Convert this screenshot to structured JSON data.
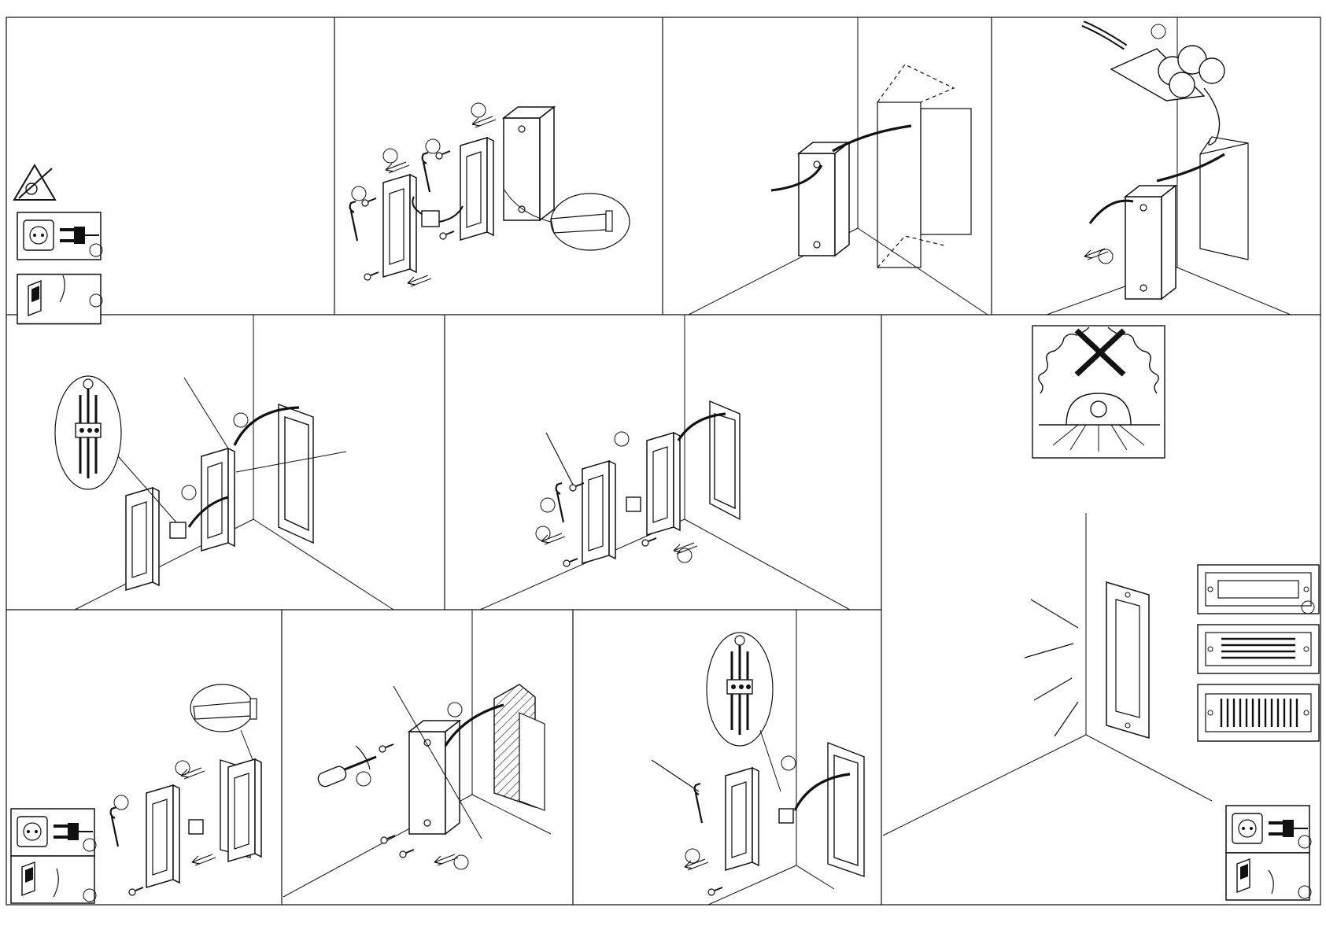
{
  "document": {
    "type": "installation-instructions-sheet",
    "panel_count": 12,
    "steps": [
      {
        "id": "step-1",
        "icons": [
          "no-chemicals-warning-icon",
          "unplug-power-icon",
          "switch-off-icon"
        ]
      },
      {
        "id": "step-2",
        "icons": [
          "exploded-fixture-icon",
          "screw-icon",
          "hex-key-icon",
          "detail-callout-icon"
        ]
      },
      {
        "id": "step-3",
        "icons": [
          "housing-with-cable-icon",
          "recess-box-icon"
        ]
      },
      {
        "id": "step-4",
        "icons": [
          "housing-with-cable-icon",
          "mortar-trowel-icon",
          "dust-cloud-icon"
        ]
      },
      {
        "id": "step-5",
        "icons": [
          "terminal-block-detail-icon",
          "housing-icon",
          "cover-frame-icon"
        ]
      },
      {
        "id": "step-6",
        "icons": [
          "screw-icon",
          "hex-key-icon",
          "cover-frame-icon"
        ]
      },
      {
        "id": "step-7",
        "icons": [
          "no-insulation-cover-warning-icon"
        ]
      },
      {
        "id": "step-8",
        "icons": [
          "unplug-power-icon",
          "switch-off-icon",
          "detail-callout-icon"
        ]
      },
      {
        "id": "step-9",
        "icons": [
          "screwdriver-icon",
          "housing-icon",
          "hatched-wall-icon"
        ]
      },
      {
        "id": "step-10",
        "icons": [
          "terminal-block-detail-icon",
          "cover-frame-icon"
        ]
      },
      {
        "id": "step-11",
        "icons": [
          "finished-fixture-icon",
          "light-rays-icon"
        ]
      },
      {
        "id": "step-12",
        "icons": [
          "cover-variant-plain-icon",
          "cover-variant-horizontal-louvre-icon",
          "cover-variant-vertical-louvre-icon",
          "plug-in-power-icon",
          "switch-on-icon"
        ]
      }
    ]
  },
  "colors": {
    "line": "#111111",
    "background": "#ffffff",
    "hatch": "#333333"
  }
}
